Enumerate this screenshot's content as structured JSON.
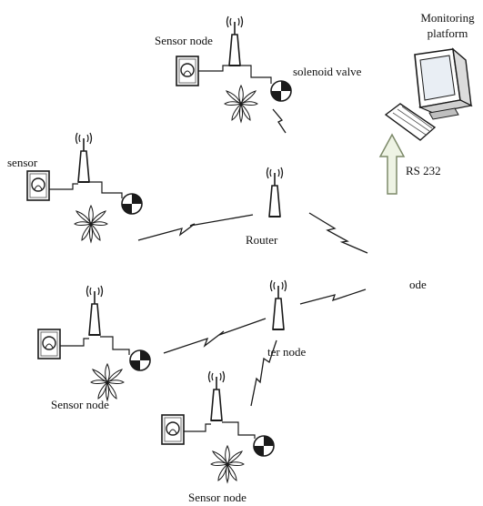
{
  "labels": {
    "sensor_node_top": "Sensor node",
    "solenoid_valve": "solenoid valve",
    "monitoring_platform_line1": "Monitoring",
    "monitoring_platform_line2": "platform",
    "sensor_left": "sensor",
    "rs232": "RS 232",
    "router": "Router",
    "ode": "ode",
    "ter_node": "ter node",
    "sensor_node_left": "Sensor node",
    "sensor_node_bottom": "Sensor node"
  },
  "colors": {
    "ink": "#1a1a1a",
    "arrow_fill": "#eef3e4",
    "arrow_stroke": "#7d8a6a",
    "screen": "#e9eef4"
  },
  "icons": [
    "antenna-icon",
    "sensor-icon",
    "solenoid-valve-icon",
    "plant-icon",
    "computer-icon",
    "keyboard-icon",
    "wireless-link-icon",
    "arrow-icon"
  ]
}
